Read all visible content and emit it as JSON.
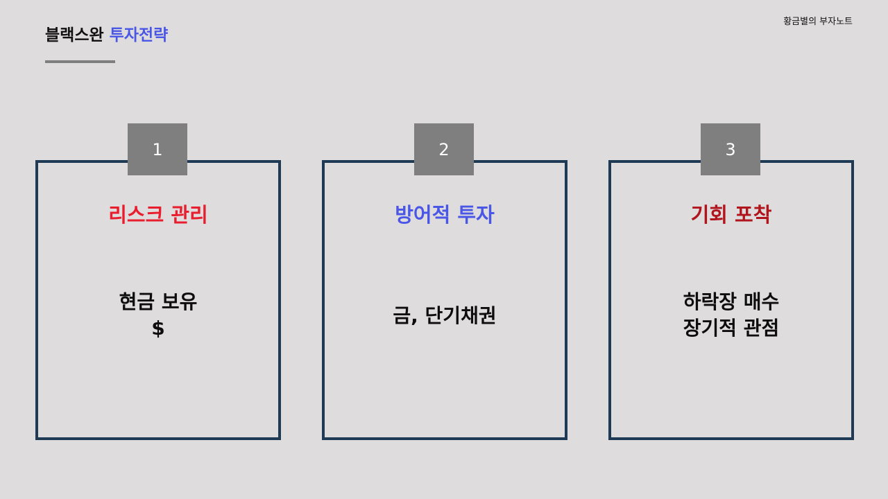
{
  "header": {
    "title_main": "블랙스완",
    "title_accent": "투자전략",
    "brand": "황금별의 부자노트"
  },
  "colors": {
    "background": "#dedcdc",
    "card_border": "#1f3a55",
    "badge_bg": "#7f7f7f",
    "title_accent": "#4a57e6",
    "heading_red": "#e81d2d",
    "heading_blue": "#4a57e6",
    "heading_darkred": "#b0141c"
  },
  "cards": [
    {
      "number": "1",
      "heading": "리스크 관리",
      "heading_color": "#e81d2d",
      "lines": [
        "현금 보유",
        "$"
      ]
    },
    {
      "number": "2",
      "heading": "방어적 투자",
      "heading_color": "#4a57e6",
      "lines": [
        "금, 단기채권"
      ]
    },
    {
      "number": "3",
      "heading": "기회 포착",
      "heading_color": "#b0141c",
      "lines": [
        "하락장 매수",
        "장기적 관점"
      ]
    }
  ]
}
